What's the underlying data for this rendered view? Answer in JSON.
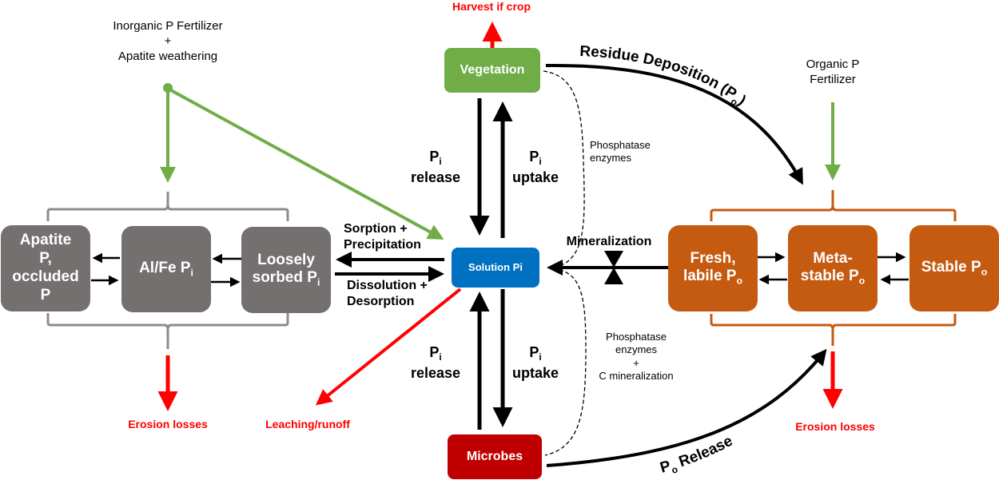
{
  "title": "Soil phosphorus cycling diagram",
  "colors": {
    "inorganic_pool": "#747070",
    "organic_pool": "#c55a11",
    "vegetation": "#70ad47",
    "solution": "#0070c0",
    "microbes": "#c00000",
    "loss": "#ff0000",
    "input": "#70ad47"
  },
  "inputs": {
    "inorganic": [
      "Inorganic P Fertilizer",
      "+",
      "Apatite weathering"
    ],
    "organic": [
      "Organic P",
      "Fertilizer"
    ]
  },
  "inorganic_pools": [
    {
      "lines": [
        "Apatite",
        "P,",
        "occluded",
        "P"
      ]
    },
    {
      "main": "Al/Fe P",
      "sub": "i"
    },
    {
      "line1": "Loosely",
      "main": "sorbed P",
      "sub": "i"
    }
  ],
  "organic_pools": [
    {
      "line1": "Fresh,",
      "main": "labile P",
      "sub": "o"
    },
    {
      "line1": "Meta-",
      "main": "stable P",
      "sub": "o"
    },
    {
      "main": "Stable P",
      "sub": "o"
    }
  ],
  "central": {
    "vegetation": "Vegetation",
    "solution": "Solution Pi",
    "microbes": "Microbes"
  },
  "fluxes": {
    "harvest": "Harvest if crop",
    "veg_release": {
      "p": "P",
      "sub": "i",
      "word": "release"
    },
    "veg_uptake": {
      "p": "P",
      "sub": "i",
      "word": "uptake"
    },
    "mic_release": {
      "p": "P",
      "sub": "i",
      "word": "release"
    },
    "mic_uptake": {
      "p": "P",
      "sub": "i",
      "word": "uptake"
    },
    "sorption": [
      "Sorption +",
      "Precipitation"
    ],
    "dissolution": [
      "Dissolution +",
      "Desorption"
    ],
    "mineralization": "Mineralization",
    "phosphatase_top": [
      "Phosphatase",
      "enzymes"
    ],
    "phosphatase_bottom": [
      "Phosphatase",
      "enzymes",
      "+",
      "C mineralization"
    ],
    "residue": "Residue Deposition (P",
    "residue_sub": "o",
    "residue_end": ")",
    "po_release_p": "P",
    "po_release_sub": "o",
    "po_release_word": " Release"
  },
  "losses": {
    "erosion_left": "Erosion losses",
    "leaching": "Leaching/runoff",
    "erosion_right": "Erosion losses"
  }
}
